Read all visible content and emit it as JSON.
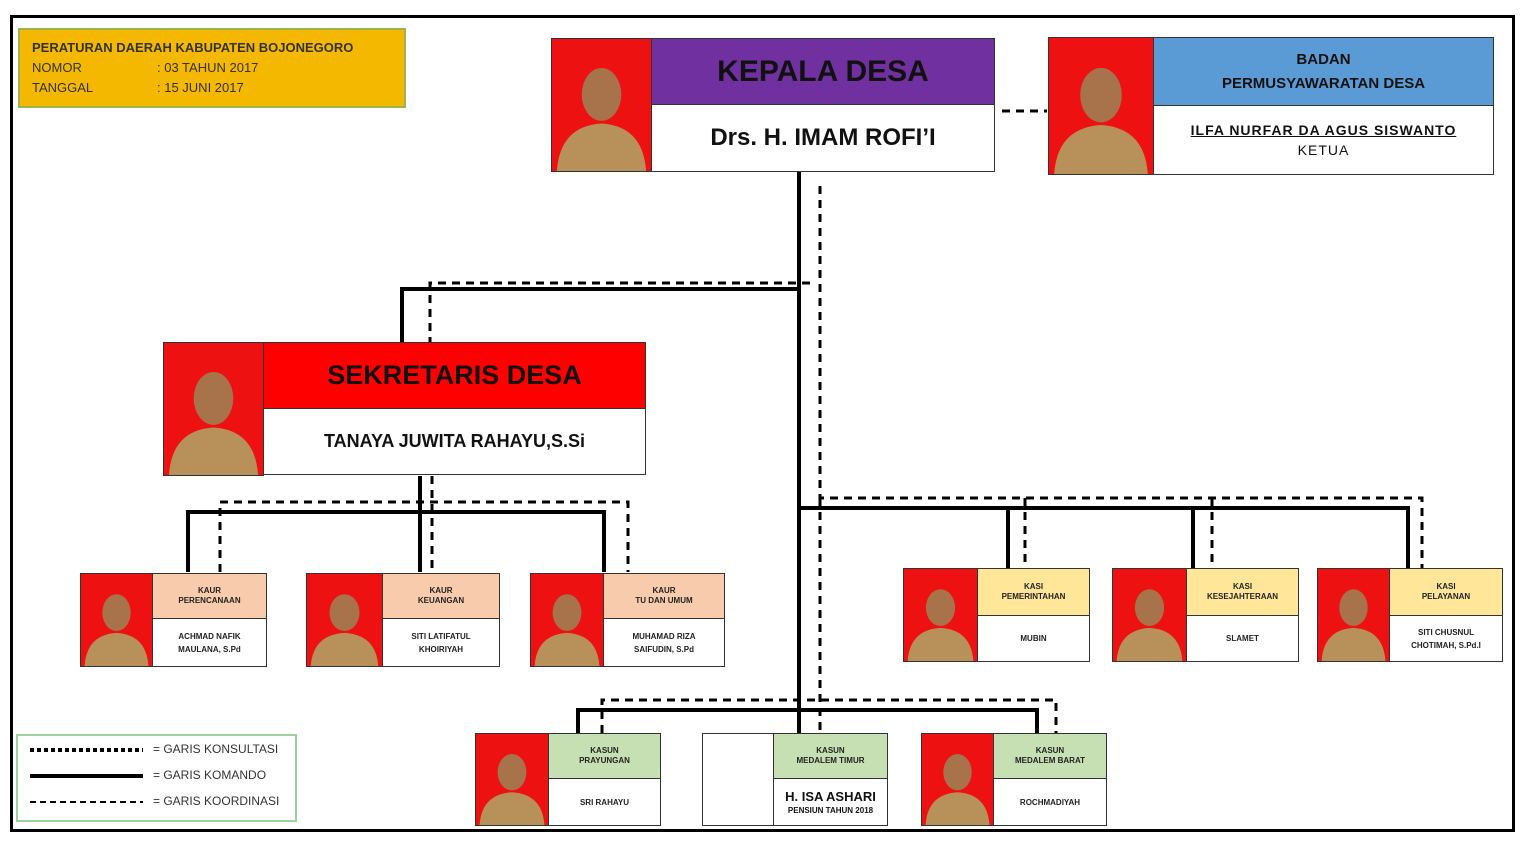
{
  "regulation": {
    "title": "PERATURAN DAERAH KABUPATEN BOJONEGORO",
    "nomor_label": "NOMOR",
    "nomor_value": ": 03 TAHUN 2017",
    "tanggal_label": "TANGGAL",
    "tanggal_value": ": 15 JUNI 2017",
    "color": "#f5b800"
  },
  "kepala": {
    "title": "KEPALA DESA",
    "name": "Drs. H. IMAM ROFI’I",
    "color": "#7030a0"
  },
  "bpd": {
    "title_line1": "BADAN",
    "title_line2": "PERMUSYAWARATAN DESA",
    "name": "ILFA NURFAR DA AGUS SISWANTO",
    "role": "KETUA",
    "color": "#5b9bd5"
  },
  "sekretaris": {
    "title": "SEKRETARIS DESA",
    "name": "TANAYA JUWITA RAHAYU,S.Si",
    "color": "#ff0000"
  },
  "kaur": [
    {
      "line1": "KAUR",
      "line2": "PERENCANAAN",
      "name1": "ACHMAD NAFIK",
      "name2": "MAULANA, S.Pd"
    },
    {
      "line1": "KAUR",
      "line2": "KEUANGAN",
      "name1": "SITI LATIFATUL",
      "name2": "KHOIRIYAH"
    },
    {
      "line1": "KAUR",
      "line2": "TU DAN UMUM",
      "name1": "MUHAMAD RIZA",
      "name2": "SAIFUDIN, S.Pd"
    }
  ],
  "kasi": [
    {
      "line1": "KASI",
      "line2": "PEMERINTAHAN",
      "name1": "MUBIN",
      "name2": ""
    },
    {
      "line1": "KASI",
      "line2": "KESEJAHTERAAN",
      "name1": "SLAMET",
      "name2": ""
    },
    {
      "line1": "KASI",
      "line2": "PELAYANAN",
      "name1": "SITI CHUSNUL",
      "name2": "CHOTIMAH, S.Pd.I"
    }
  ],
  "kasun": [
    {
      "line1": "KASUN",
      "line2": "PRAYUNGAN",
      "name1": "SRI RAHAYU",
      "name2": ""
    },
    {
      "line1": "KASUN",
      "line2": "MEDALEM TIMUR",
      "name1": "H. ISA ASHARI",
      "name2": "PENSIUN TAHUN 2018"
    },
    {
      "line1": "KASUN",
      "line2": "MEDALEM BARAT",
      "name1": "ROCHMADIYAH",
      "name2": ""
    }
  ],
  "legend": {
    "konsultasi": "= GARIS KONSULTASI",
    "komando": "= GARIS KOMANDO",
    "koordinasi": "= GARIS KOORDINASI"
  },
  "colors": {
    "kaur": "#f8cbad",
    "kasi": "#ffe699",
    "kasun": "#c6e0b4",
    "photo_bg": "#ee1111"
  }
}
